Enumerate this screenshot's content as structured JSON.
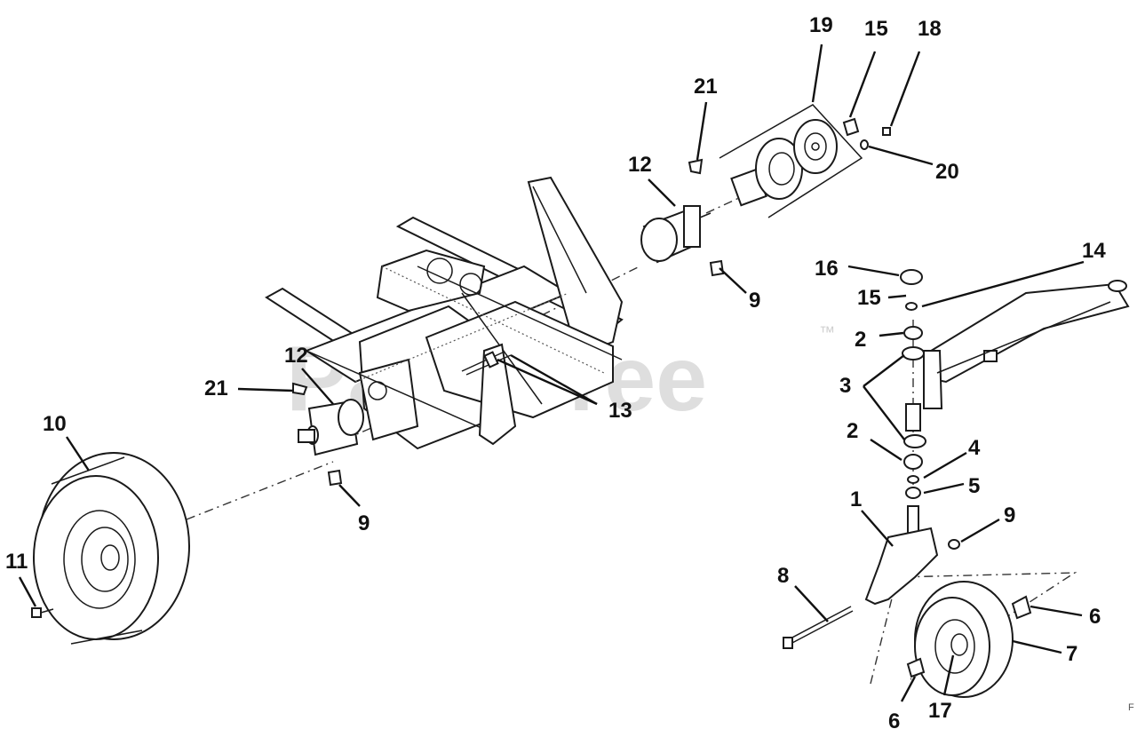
{
  "watermark": {
    "text": "PartsTree",
    "trademark": "™"
  },
  "corner_mark": "F",
  "callouts": [
    {
      "id": "c19",
      "label": "19"
    },
    {
      "id": "c15a",
      "label": "15"
    },
    {
      "id": "c18",
      "label": "18"
    },
    {
      "id": "c21a",
      "label": "21"
    },
    {
      "id": "c12a",
      "label": "12"
    },
    {
      "id": "c20",
      "label": "20"
    },
    {
      "id": "c14",
      "label": "14"
    },
    {
      "id": "c16",
      "label": "16"
    },
    {
      "id": "c15b",
      "label": "15"
    },
    {
      "id": "c9a",
      "label": "9"
    },
    {
      "id": "c2a",
      "label": "2"
    },
    {
      "id": "c12b",
      "label": "12"
    },
    {
      "id": "c3",
      "label": "3"
    },
    {
      "id": "c21b",
      "label": "21"
    },
    {
      "id": "c13",
      "label": "13"
    },
    {
      "id": "c10",
      "label": "10"
    },
    {
      "id": "c2b",
      "label": "2"
    },
    {
      "id": "c4",
      "label": "4"
    },
    {
      "id": "c5",
      "label": "5"
    },
    {
      "id": "c1",
      "label": "1"
    },
    {
      "id": "c9b",
      "label": "9"
    },
    {
      "id": "c9c",
      "label": "9"
    },
    {
      "id": "c11",
      "label": "11"
    },
    {
      "id": "c8",
      "label": "8"
    },
    {
      "id": "c6a",
      "label": "6"
    },
    {
      "id": "c7",
      "label": "7"
    },
    {
      "id": "c6b",
      "label": "6"
    },
    {
      "id": "c17",
      "label": "17"
    }
  ]
}
